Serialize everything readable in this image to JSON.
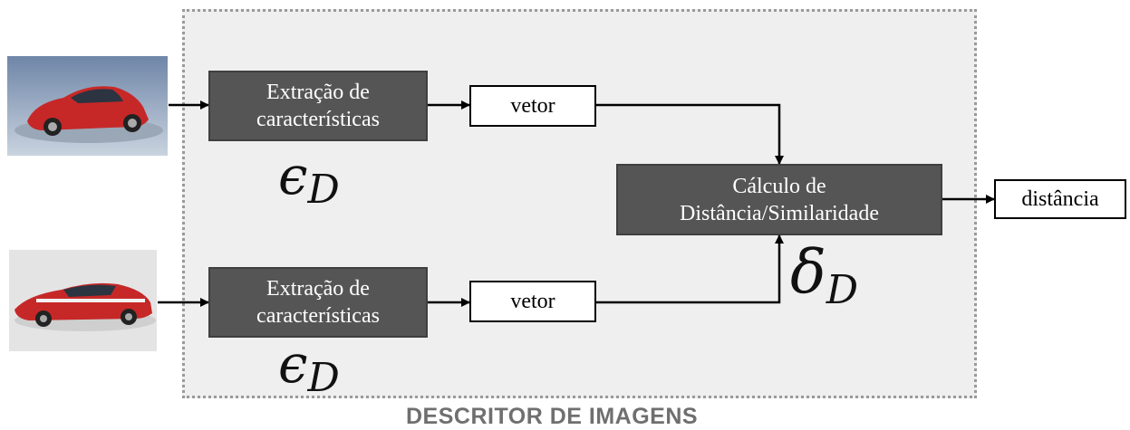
{
  "caption": "DESCRITOR DE IMAGENS",
  "extractor_top": {
    "line1": "Extração de",
    "line2": "características"
  },
  "extractor_bottom": {
    "line1": "Extração de",
    "line2": "características"
  },
  "vector_top": "vetor",
  "vector_bottom": "vetor",
  "distance_calc": {
    "line1": "Cálculo de",
    "line2": "Distância/Similaridade"
  },
  "output": "distância",
  "symbols": {
    "extraction_top": "ϵ",
    "extraction_top_sub": "D",
    "extraction_bottom": "ϵ",
    "extraction_bottom_sub": "D",
    "distance": "δ",
    "distance_sub": "D"
  },
  "colors": {
    "dark_box": "#555555",
    "descriptor_background": "#efefef",
    "caption": "#6f6f6f",
    "car_body": "#c62828"
  }
}
